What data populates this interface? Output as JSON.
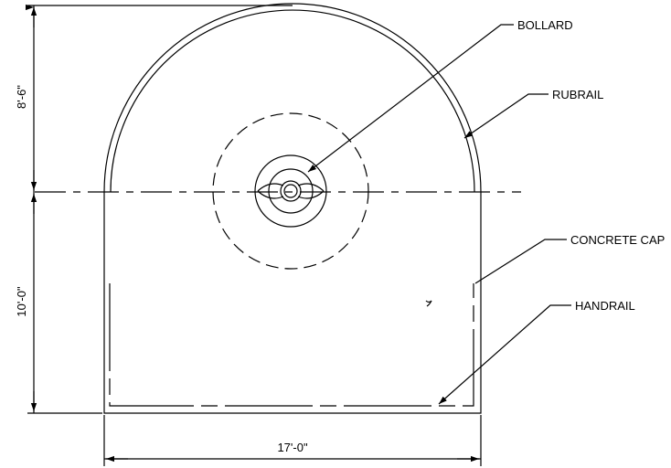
{
  "labels": {
    "bollard": "BOLLARD",
    "rubrail": "RUBRAIL",
    "concrete_cap": "CONCRETE CAP",
    "handrail": "HANDRAIL"
  },
  "dimensions": {
    "top_height": "8'-6\"",
    "bottom_height": "10'-0\"",
    "width": "17'-0\""
  },
  "colors": {
    "line": "#000000",
    "background": "#ffffff"
  }
}
